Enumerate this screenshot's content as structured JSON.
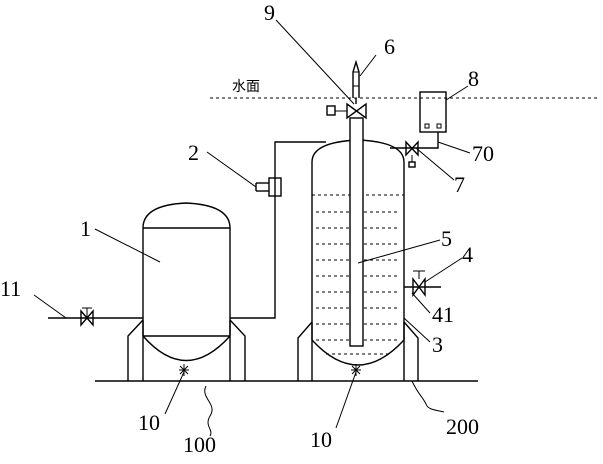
{
  "water_surface_label": "水面",
  "labels": {
    "l1": "1",
    "l2": "2",
    "l3": "3",
    "l4": "4",
    "l5": "5",
    "l6": "6",
    "l7": "7",
    "l8": "8",
    "l9": "9",
    "l10_left": "10",
    "l10_right": "10",
    "l11": "11",
    "l41": "41",
    "l70": "70",
    "l100": "100",
    "l200": "200"
  }
}
